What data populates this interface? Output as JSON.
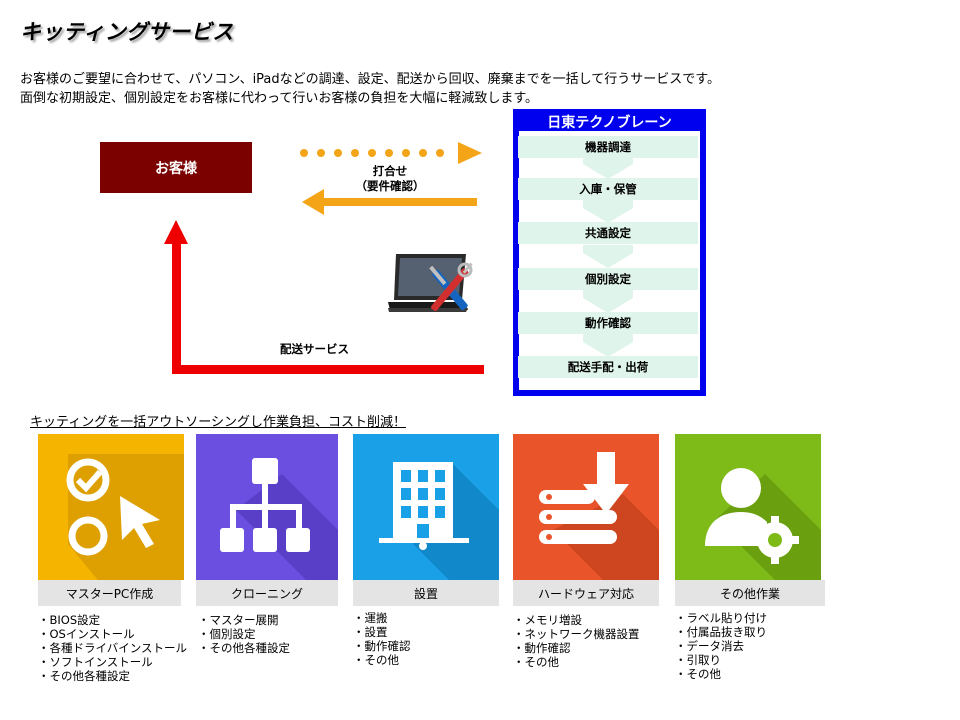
{
  "title": "キッティングサービス",
  "intro": {
    "line1": "お客様のご要望に合わせて、パソコン、iPadなどの調達、設定、配送から回収、廃棄までを一括して行うサービスです。",
    "line2": "面倒な初期設定、個別設定をお客様に代わって行いお客様の負担を大幅に軽減致します。"
  },
  "diagram": {
    "customer_label": "お客様",
    "meeting_label": "打合せ",
    "meeting_sub": "（要件確認）",
    "delivery_label": "配送サービス",
    "company_name": "日東テクノブレーン",
    "steps": [
      "機器調達",
      "入庫・保管",
      "共通設定",
      "個別設定",
      "動作確認",
      "配送手配・出荷"
    ]
  },
  "outsource_text": "キッティングを一括アウトソーシングし作業負担、コスト削減！",
  "services": [
    {
      "label": "マスターPC作成",
      "icon": "check-cursor-icon",
      "color": "#f5b400",
      "items": [
        "・BIOS設定",
        "・OSインストール",
        "・各種ドライバインストール",
        "・ソフトインストール",
        "・その他各種設定"
      ]
    },
    {
      "label": "クローニング",
      "icon": "hierarchy-icon",
      "color": "#6b4fe0",
      "items": [
        "・マスター展開",
        "・個別設定",
        "・その他各種設定"
      ]
    },
    {
      "label": "設置",
      "icon": "building-icon",
      "color": "#1aa0e6",
      "items": [
        "・運搬",
        "・設置",
        "・動作確認",
        "・その他"
      ]
    },
    {
      "label": "ハードウェア対応",
      "icon": "server-download-icon",
      "color": "#e9542b",
      "items": [
        "・メモリ増設",
        "・ネットワーク機器設置",
        "・動作確認",
        "・その他"
      ]
    },
    {
      "label": "その他作業",
      "icon": "user-gear-icon",
      "color": "#7fbb18",
      "items": [
        "・ラベル貼り付け",
        "・付属品抜き取り",
        "・データ消去",
        "・引取り",
        "・その他"
      ]
    }
  ]
}
